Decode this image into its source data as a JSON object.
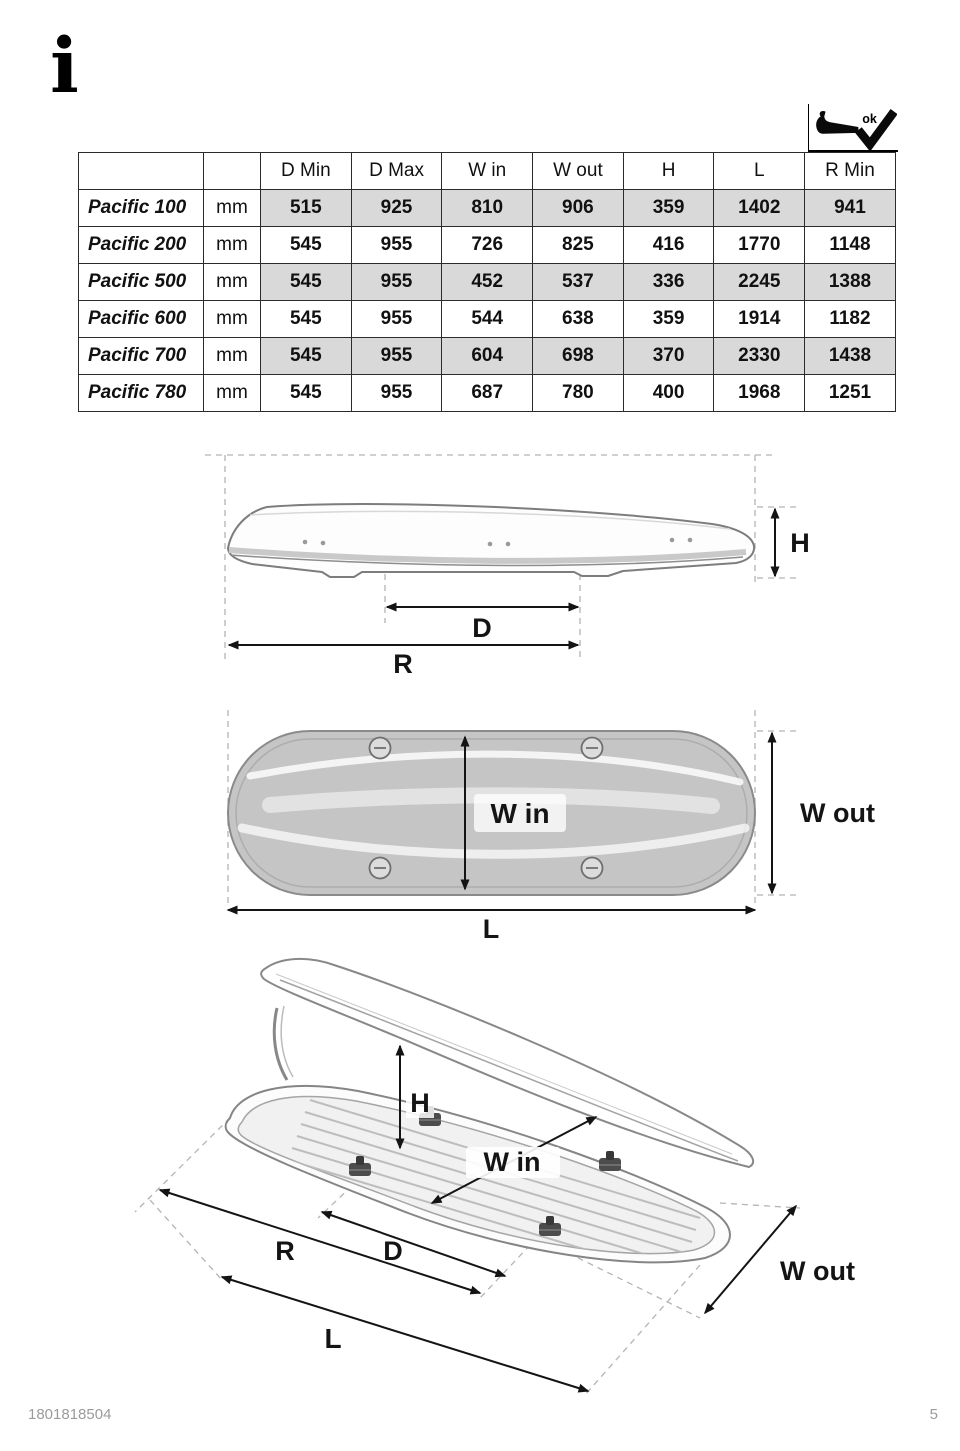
{
  "page": {
    "info_symbol": "i",
    "ok_text": "ok",
    "footer_code": "1801818504",
    "page_number": "5"
  },
  "table": {
    "headers": [
      "",
      "",
      "D Min",
      "D Max",
      "W in",
      "W out",
      "H",
      "L",
      "R Min"
    ],
    "rows": [
      {
        "name": "Pacific 100",
        "unit": "mm",
        "values": [
          "515",
          "925",
          "810",
          "906",
          "359",
          "1402",
          "941"
        ]
      },
      {
        "name": "Pacific 200",
        "unit": "mm",
        "values": [
          "545",
          "955",
          "726",
          "825",
          "416",
          "1770",
          "1148"
        ]
      },
      {
        "name": "Pacific 500",
        "unit": "mm",
        "values": [
          "545",
          "955",
          "452",
          "537",
          "336",
          "2245",
          "1388"
        ]
      },
      {
        "name": "Pacific 600",
        "unit": "mm",
        "values": [
          "545",
          "955",
          "544",
          "638",
          "359",
          "1914",
          "1182"
        ]
      },
      {
        "name": "Pacific 700",
        "unit": "mm",
        "values": [
          "545",
          "955",
          "604",
          "698",
          "370",
          "2330",
          "1438"
        ]
      },
      {
        "name": "Pacific 780",
        "unit": "mm",
        "values": [
          "545",
          "955",
          "687",
          "780",
          "400",
          "1968",
          "1251"
        ]
      }
    ]
  },
  "diagrams": {
    "side_view": {
      "h": "H",
      "d": "D",
      "r": "R"
    },
    "top_view": {
      "w_in": "W in",
      "w_out": "W out",
      "l": "L"
    },
    "perspective": {
      "h": "H",
      "w_in": "W in",
      "r": "R",
      "d": "D",
      "w_out": "W out",
      "l": "L"
    }
  }
}
